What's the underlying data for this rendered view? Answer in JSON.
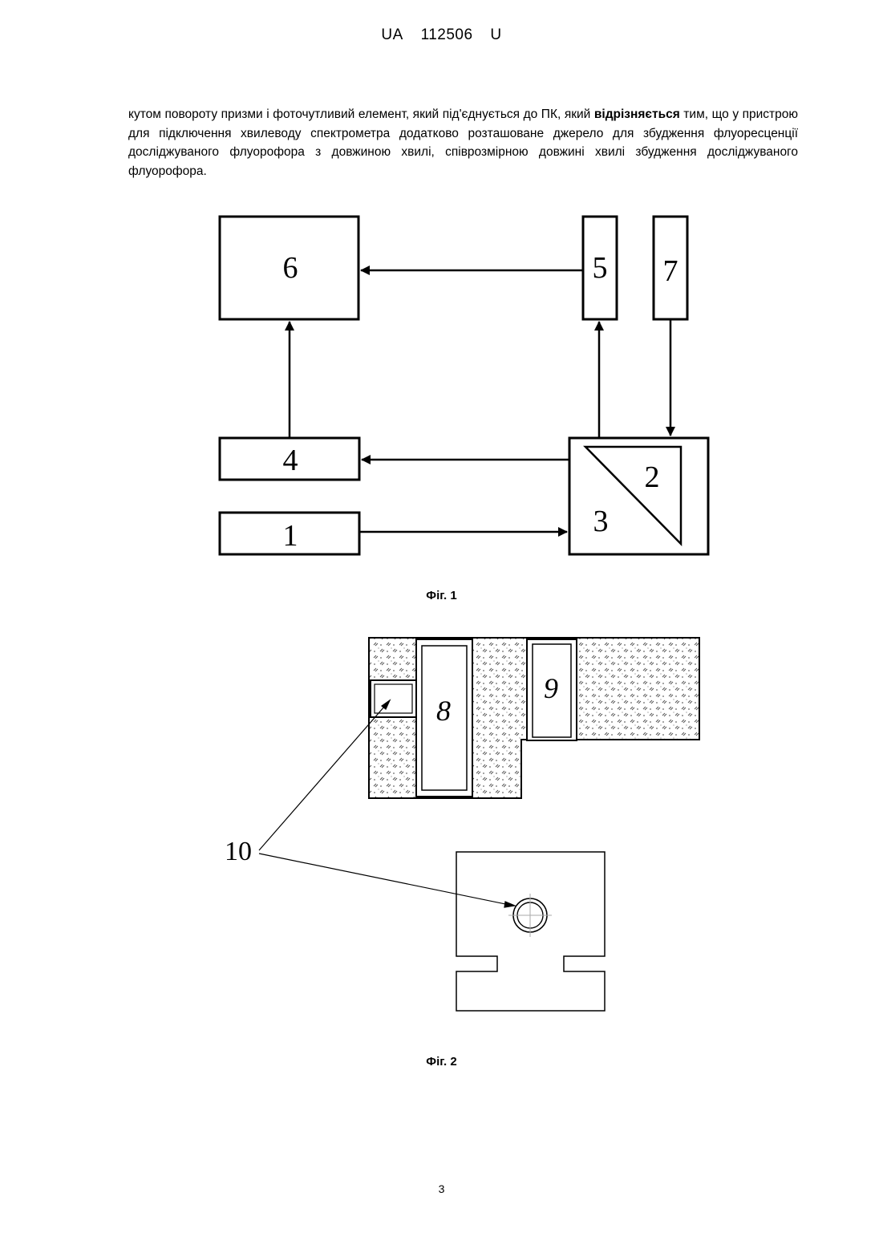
{
  "header": {
    "country": "UA",
    "number": "112506",
    "kind": "U"
  },
  "paragraph": {
    "part1": "кутом повороту призми і фоточутливий елемент, який під'єднується до ПК, який ",
    "bold": "відрізняється",
    "part2": " тим, що у пристрою для підключення хвилеводу спектрометра додатково розташоване джерело для збудження флуоресценції досліджуваного флуорофора з довжиною хвилі, співрозмірною довжині хвилі збудження досліджуваного флуорофора."
  },
  "fig1": {
    "labels": {
      "block6": "6",
      "block5": "5",
      "block7": "7",
      "block4": "4",
      "block1": "1",
      "prism2": "2",
      "block3": "3"
    },
    "caption": "Фіг. 1"
  },
  "fig2": {
    "labels": {
      "part8": "8",
      "part9": "9",
      "ref10": "10"
    },
    "caption": "Фіг. 2"
  },
  "page_number": "3"
}
